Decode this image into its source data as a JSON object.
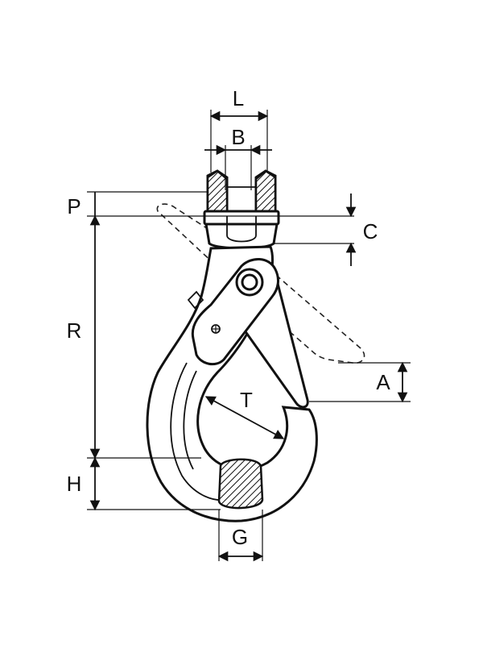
{
  "diagram": {
    "labels": {
      "L": "L",
      "B": "B",
      "P": "P",
      "C": "C",
      "R": "R",
      "A": "A",
      "T": "T",
      "H": "H",
      "G": "G"
    }
  }
}
